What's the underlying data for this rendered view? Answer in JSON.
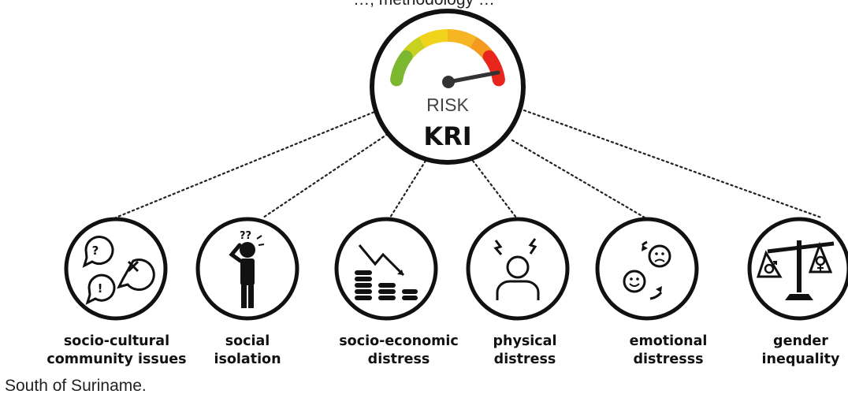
{
  "top_text": "…, methodology …",
  "gauge": {
    "label_top": "RISK",
    "label_main": "KRI"
  },
  "factors": [
    {
      "id": "socio-cultural",
      "line1": "socio-cultural",
      "line2": "community issues",
      "icon": "speech-bubbles-icon"
    },
    {
      "id": "social-isolation",
      "line1": "social",
      "line2": "isolation",
      "icon": "confused-person-icon"
    },
    {
      "id": "socio-economic",
      "line1": "socio-economic",
      "line2": "distress",
      "icon": "falling-coins-icon"
    },
    {
      "id": "physical",
      "line1": "physical",
      "line2": "distress",
      "icon": "stressed-person-icon"
    },
    {
      "id": "emotional",
      "line1": "emotional",
      "line2": "distresss",
      "icon": "mood-swing-faces-icon"
    },
    {
      "id": "gender",
      "line1": "gender",
      "line2": "inequality",
      "icon": "gender-scale-icon"
    }
  ],
  "colors": {
    "gauge_green": "#7cb82f",
    "gauge_yellow": "#f2d31b",
    "gauge_orange": "#f39a1f",
    "gauge_red": "#e8261d",
    "outline": "#111111"
  },
  "bottom_text": "South of Suriname."
}
